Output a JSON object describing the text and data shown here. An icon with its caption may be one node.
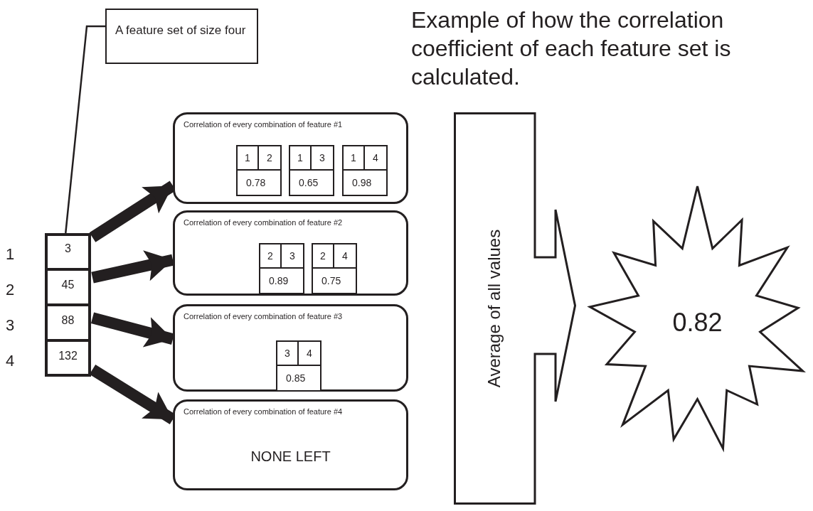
{
  "diagram": {
    "title": "Example of how the correlation coefficient of each feature set is calculated.",
    "nodes": [
      {
        "text": [
          "A feature set of size four"
        ]
      },
      {
        "text": [],
        "shape": "box"
      },
      {
        "text": [
          "3"
        ],
        "in": 1
      },
      {
        "text": [
          "45"
        ],
        "in": 1
      },
      {
        "text": [
          "88"
        ],
        "in": 1
      },
      {
        "text": [
          "132"
        ],
        "in": 1
      },
      {
        "text": [
          "Correlation of every combination of feature #1"
        ]
      },
      {
        "text": [
          "1",
          "2",
          "0.78"
        ],
        "in": 6
      },
      {
        "text": [
          "1",
          "3",
          "0.65"
        ],
        "in": 6
      },
      {
        "text": [
          "1",
          "4",
          "0.98"
        ],
        "in": 6
      },
      {
        "text": [
          "Correlation of every combination of feature #2"
        ]
      },
      {
        "text": [
          "2",
          "3",
          "0.89"
        ],
        "in": 10
      },
      {
        "text": [
          "2",
          "4",
          "0.75"
        ],
        "in": 10
      },
      {
        "text": [
          "Correlation of every combination of feature #3"
        ]
      },
      {
        "text": [
          "3",
          "4",
          "0.85"
        ],
        "in": 13
      },
      {
        "text": [
          "Correlation of every combination of feature #4",
          "NONE LEFT"
        ]
      },
      {
        "text": [
          "Average of all values"
        ]
      },
      {
        "text": [
          "0.82"
        ]
      }
    ],
    "edges": [
      {
        "from": 0,
        "to": 1,
        "arrow": "none"
      },
      {
        "from": 1,
        "to": 6,
        "arrow": "to"
      },
      {
        "from": 1,
        "to": 10,
        "arrow": "to"
      },
      {
        "from": 1,
        "to": 13,
        "arrow": "to"
      },
      {
        "from": 1,
        "to": 15,
        "arrow": "to"
      }
    ],
    "labels": [
      "1",
      "2",
      "3",
      "4"
    ]
  }
}
